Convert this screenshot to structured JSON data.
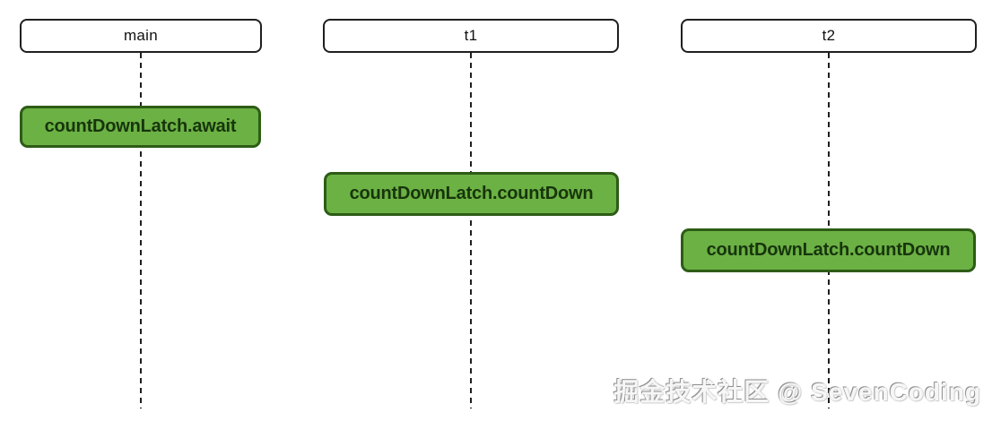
{
  "diagram": {
    "type": "sequence",
    "participants": [
      {
        "label": "main",
        "activation_label": "countDownLatch.await"
      },
      {
        "label": "t1",
        "activation_label": "countDownLatch.countDown"
      },
      {
        "label": "t2",
        "activation_label": "countDownLatch.countDown"
      }
    ],
    "colors": {
      "background": "#ffffff",
      "participant_border": "#1f1f1f",
      "participant_text": "#111111",
      "lifeline": "#1f1f1f",
      "activation_fill": "#6cb144",
      "activation_border": "#2d5c16",
      "activation_text": "#17350c"
    }
  },
  "watermark": {
    "text": "掘金技术社区 @ SevenCoding",
    "color": "#bdbdbd"
  }
}
